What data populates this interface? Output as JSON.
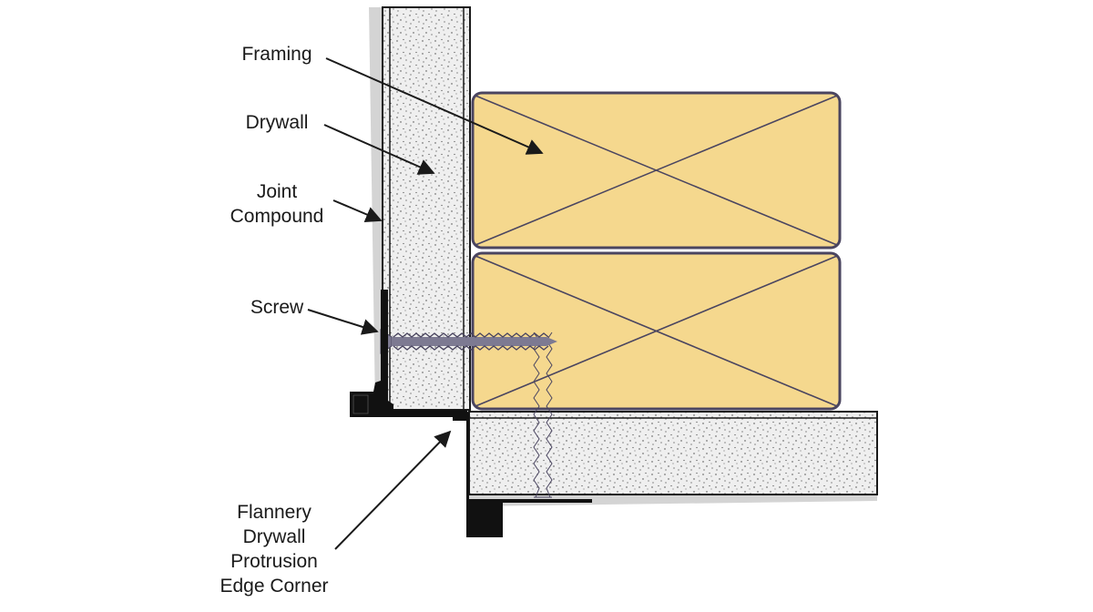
{
  "labels": {
    "framing": "Framing",
    "drywall": "Drywall",
    "joint_compound": [
      "Joint",
      "Compound"
    ],
    "screw": "Screw",
    "corner": [
      "Flannery",
      "Drywall",
      "Protrusion",
      "Edge Corner"
    ]
  },
  "colors": {
    "framing_fill": "#f5d88e",
    "framing_stroke": "#4a4560",
    "drywall_fill": "#efefef",
    "compound": "#d4d4d4",
    "trim": "#111111",
    "screw": "#7d7a92",
    "ink": "#1a1a1a"
  }
}
